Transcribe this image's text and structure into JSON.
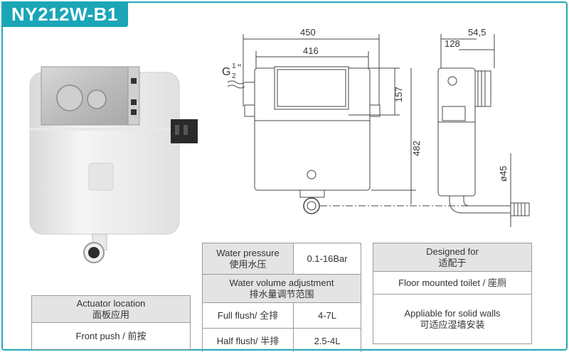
{
  "model": "NY212W-B1",
  "colors": {
    "accent": "#1aa6b7",
    "header_bg": "#e4e4e4",
    "border": "#9a9a9a"
  },
  "drawing": {
    "dim_450": "450",
    "dim_416": "416",
    "dim_157": "157",
    "dim_482": "482",
    "dim_545": "54,5",
    "dim_128": "128",
    "dim_45": "ø45",
    "thread_g": "G",
    "thread_num": "1",
    "thread_den": "2",
    "thread_mark": "\""
  },
  "actuator": {
    "header_en": "Actuator location",
    "header_cn": "面板应用",
    "value": "Front push / 前按"
  },
  "water": {
    "pressure_en": "Water pressure",
    "pressure_cn": "使用水压",
    "pressure_value": "0.1-16Bar",
    "volume_en": "Water volume adjustment",
    "volume_cn": "排水量调节范围",
    "full_label": "Full flush/ 全排",
    "full_value": "4-7L",
    "half_label": "Half flush/ 半排",
    "half_value": "2.5-4L"
  },
  "designed": {
    "header_en": "Designed for",
    "header_cn": "适配于",
    "floor": "Floor mounted toilet / 座厕",
    "walls_en": "Appliable for solid walls",
    "walls_cn": "可适应湿墙安装"
  }
}
